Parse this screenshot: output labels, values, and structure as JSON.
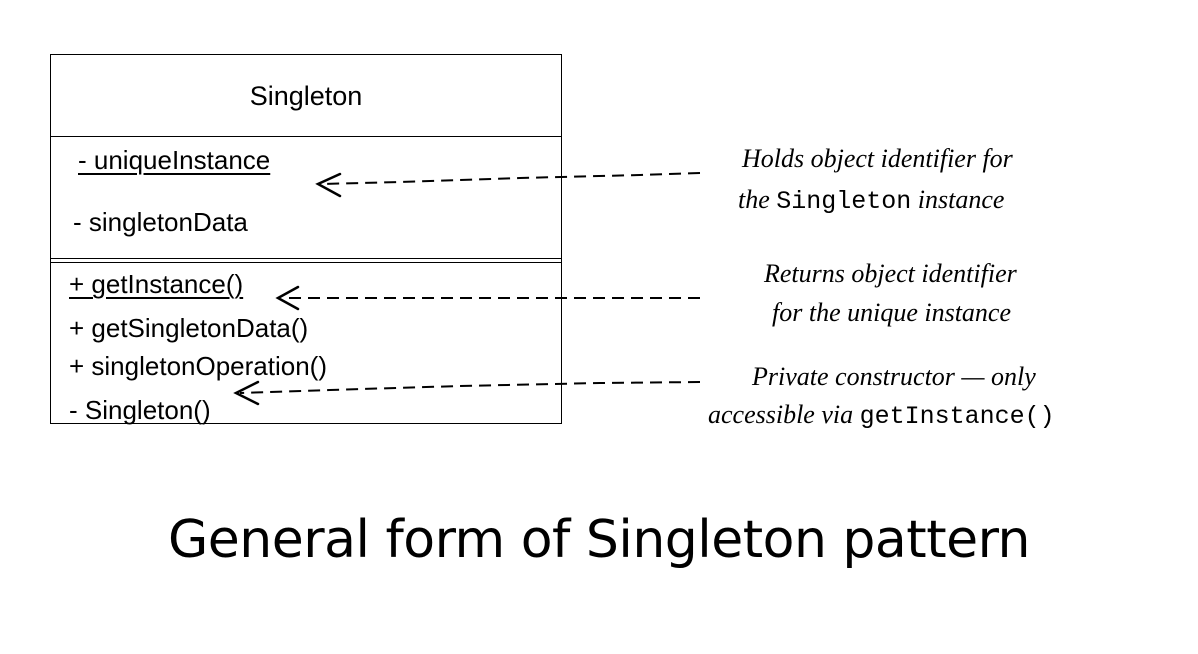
{
  "class_box": {
    "name": "Singleton",
    "attributes": [
      {
        "text": "- uniqueInstance",
        "underlined": true
      },
      {
        "text": "- singletonData",
        "underlined": false
      }
    ],
    "operations": [
      {
        "text": "+ getInstance()",
        "underlined": true
      },
      {
        "text": "+ getSingletonData()",
        "underlined": false
      },
      {
        "text": "+ singletonOperation()",
        "underlined": false
      },
      {
        "text": "- Singleton()",
        "underlined": false
      }
    ]
  },
  "notes": {
    "unique_instance": {
      "line1": "Holds object identifier for",
      "line2_pre": "the",
      "line2_code": "Singleton",
      "line2_post": "instance"
    },
    "get_instance": {
      "line1": "Returns object identifier",
      "line2": "for the unique instance"
    },
    "constructor": {
      "line1": "Private constructor — only",
      "line2_pre": "accessible via",
      "line2_code": "getInstance()"
    }
  },
  "caption": "General form of Singleton pattern"
}
